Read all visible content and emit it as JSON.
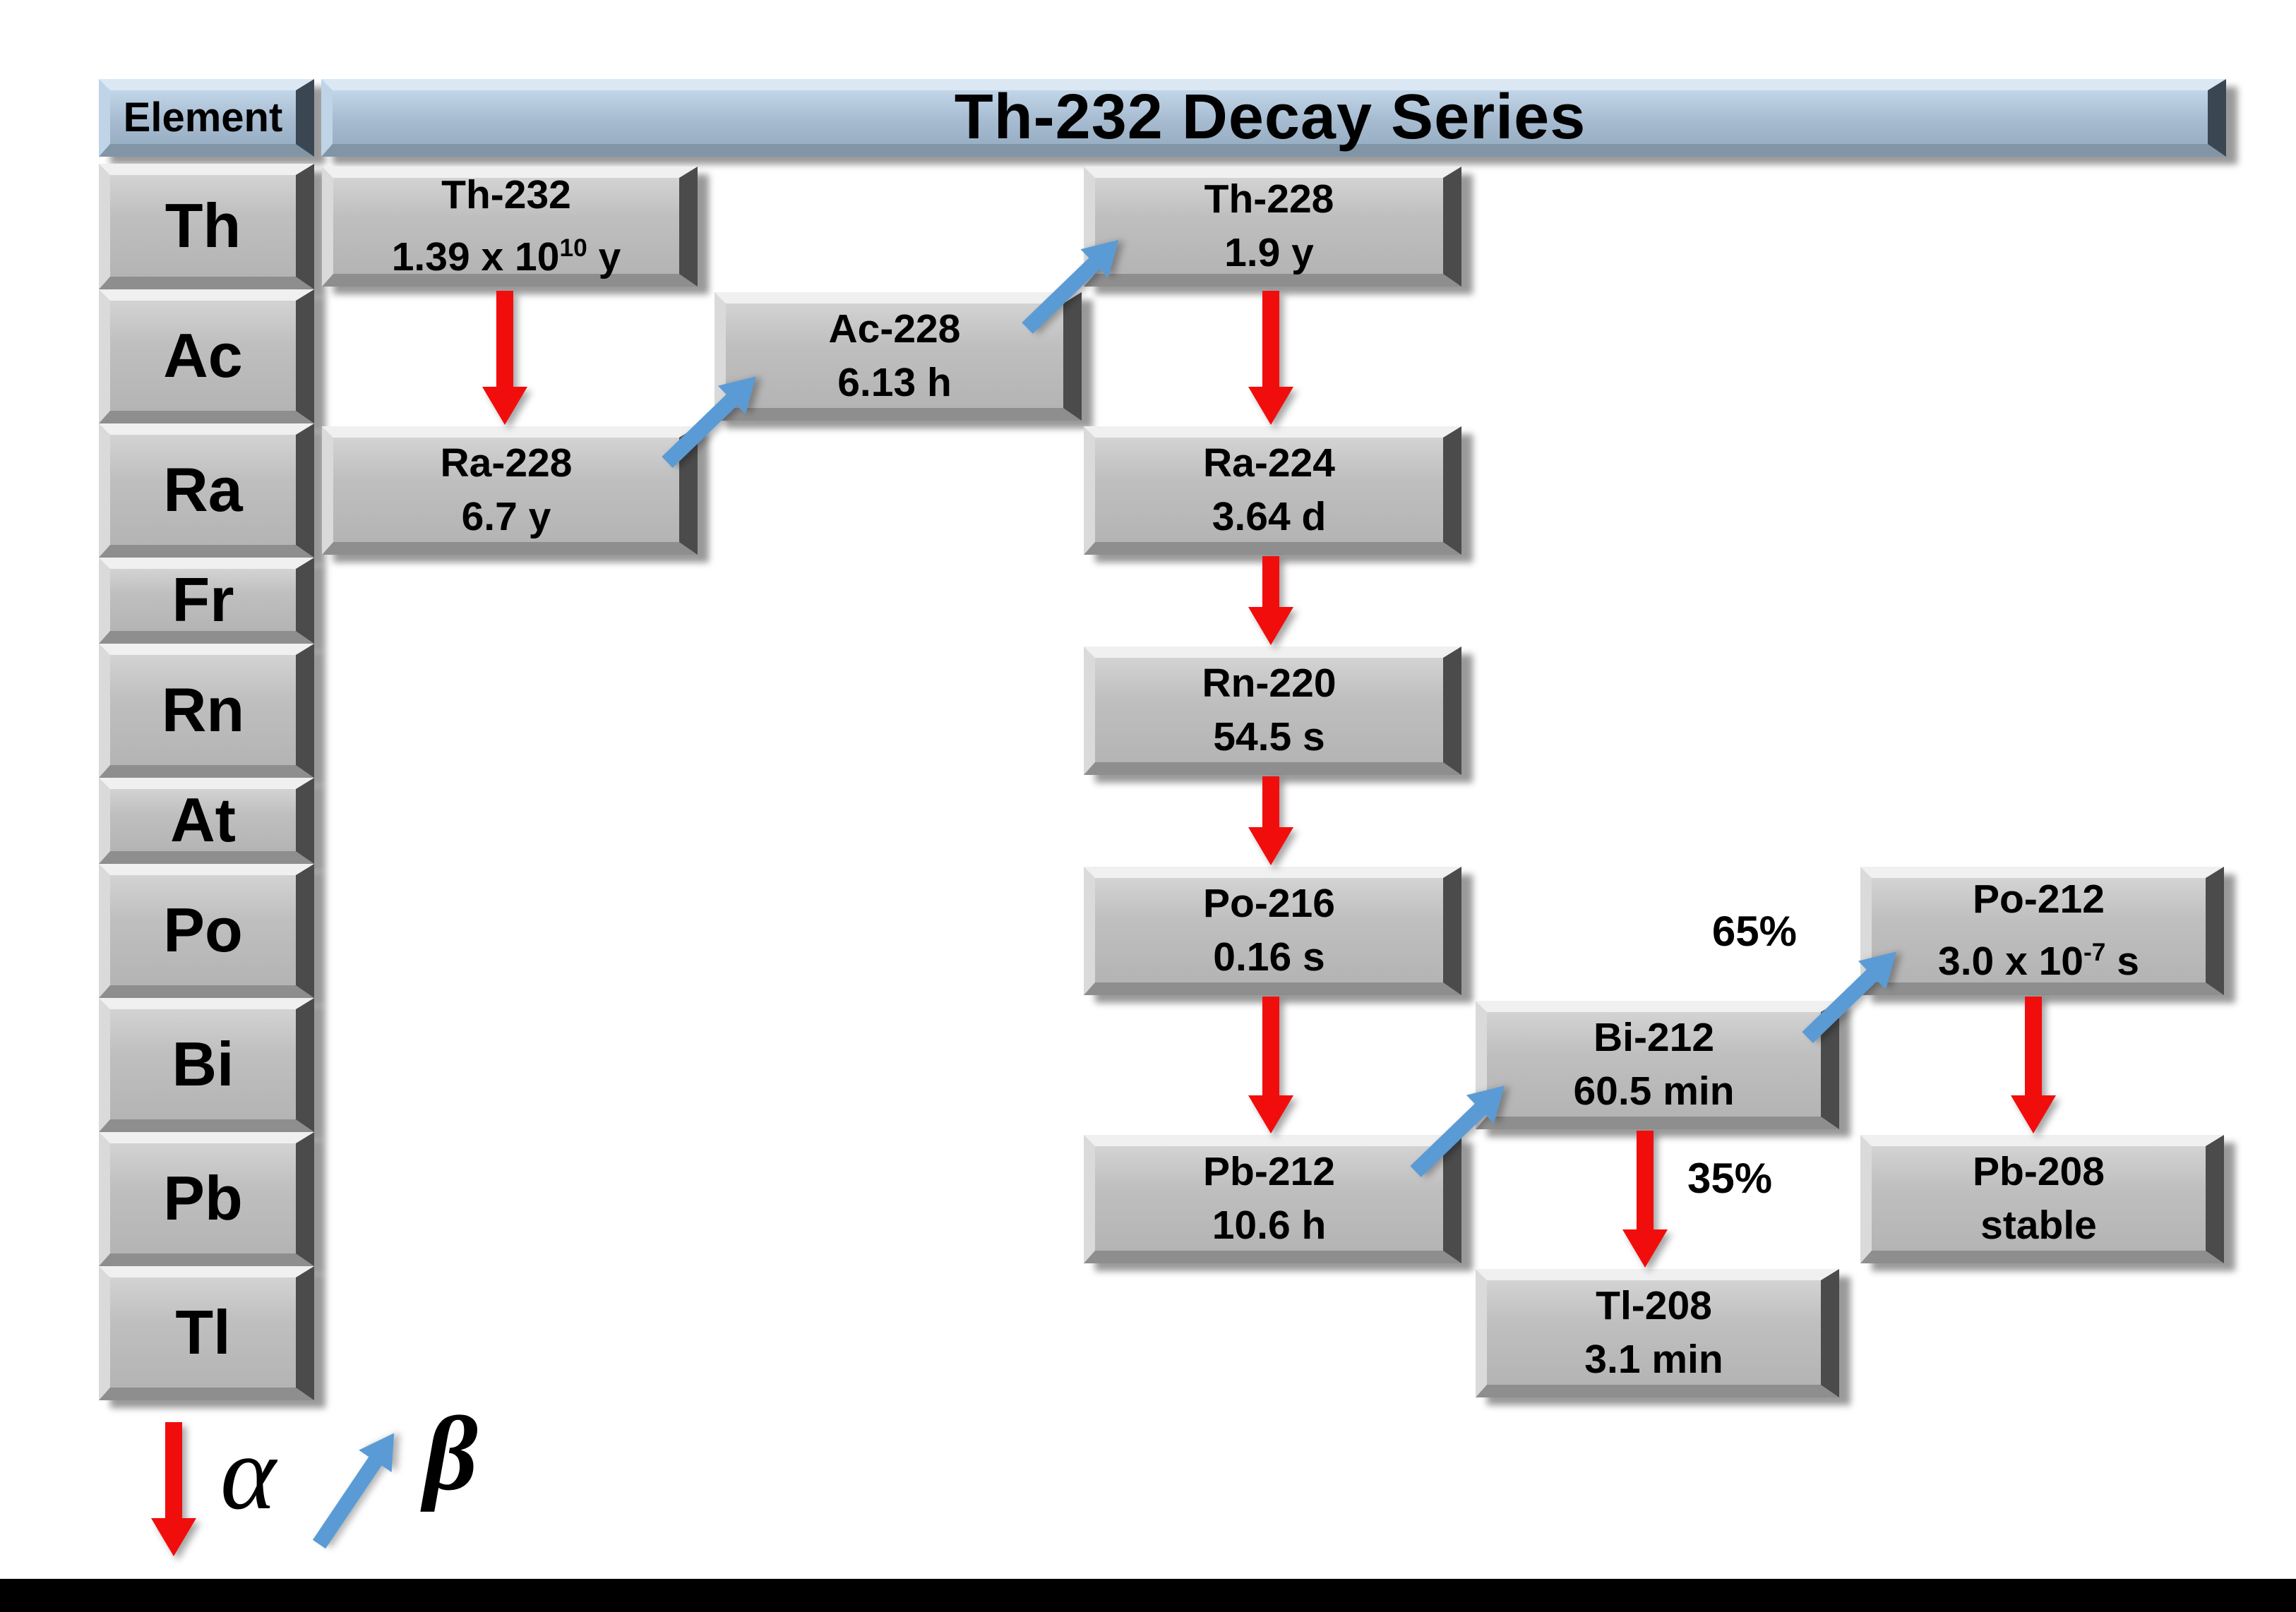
{
  "header": {
    "element_label": "Element",
    "title": "Th-232 Decay Series"
  },
  "elements": [
    "Th",
    "Ac",
    "Ra",
    "Fr",
    "Rn",
    "At",
    "Po",
    "Bi",
    "Pb",
    "Tl"
  ],
  "isotopes": [
    {
      "name": "Th-232",
      "hl_pre": "1.39 x 10",
      "hl_sup": "10",
      "hl_post": " y"
    },
    {
      "name": "Th-228",
      "hl_pre": "1.9 y"
    },
    {
      "name": "Ac-228",
      "hl_pre": "6.13 h"
    },
    {
      "name": "Ra-228",
      "hl_pre": "6.7 y"
    },
    {
      "name": "Ra-224",
      "hl_pre": "3.64 d"
    },
    {
      "name": "Rn-220",
      "hl_pre": "54.5 s"
    },
    {
      "name": "Po-216",
      "hl_pre": "0.16 s"
    },
    {
      "name": "Bi-212",
      "hl_pre": "60.5 min"
    },
    {
      "name": "Po-212",
      "hl_pre": "3.0 x 10",
      "hl_sup": "-7",
      "hl_post": " s"
    },
    {
      "name": "Pb-212",
      "hl_pre": "10.6 h"
    },
    {
      "name": "Pb-208",
      "hl_pre": "stable"
    },
    {
      "name": "Tl-208",
      "hl_pre": "3.1 min"
    }
  ],
  "branch_labels": {
    "beta_to_po212": "65%",
    "alpha_to_tl208": "35%"
  },
  "legend": {
    "alpha_symbol": "α",
    "beta_symbol": "β"
  },
  "decays": {
    "alpha": [
      "Th-232 → Ra-228",
      "Th-228 → Ra-224",
      "Ra-224 → Rn-220",
      "Rn-220 → Po-216",
      "Po-216 → Pb-212",
      "Bi-212 → Tl-208 (35%)",
      "Po-212 → Pb-208"
    ],
    "beta": [
      "Ra-228 → Ac-228",
      "Ac-228 → Th-228",
      "Pb-212 → Bi-212",
      "Bi-212 → Po-212 (65%)"
    ]
  },
  "colors": {
    "alpha_arrow": "#f20d0d",
    "beta_arrow": "#5b9bd5",
    "header_fill": "#a7bcd1",
    "box_fill": "#bfbfbf"
  }
}
